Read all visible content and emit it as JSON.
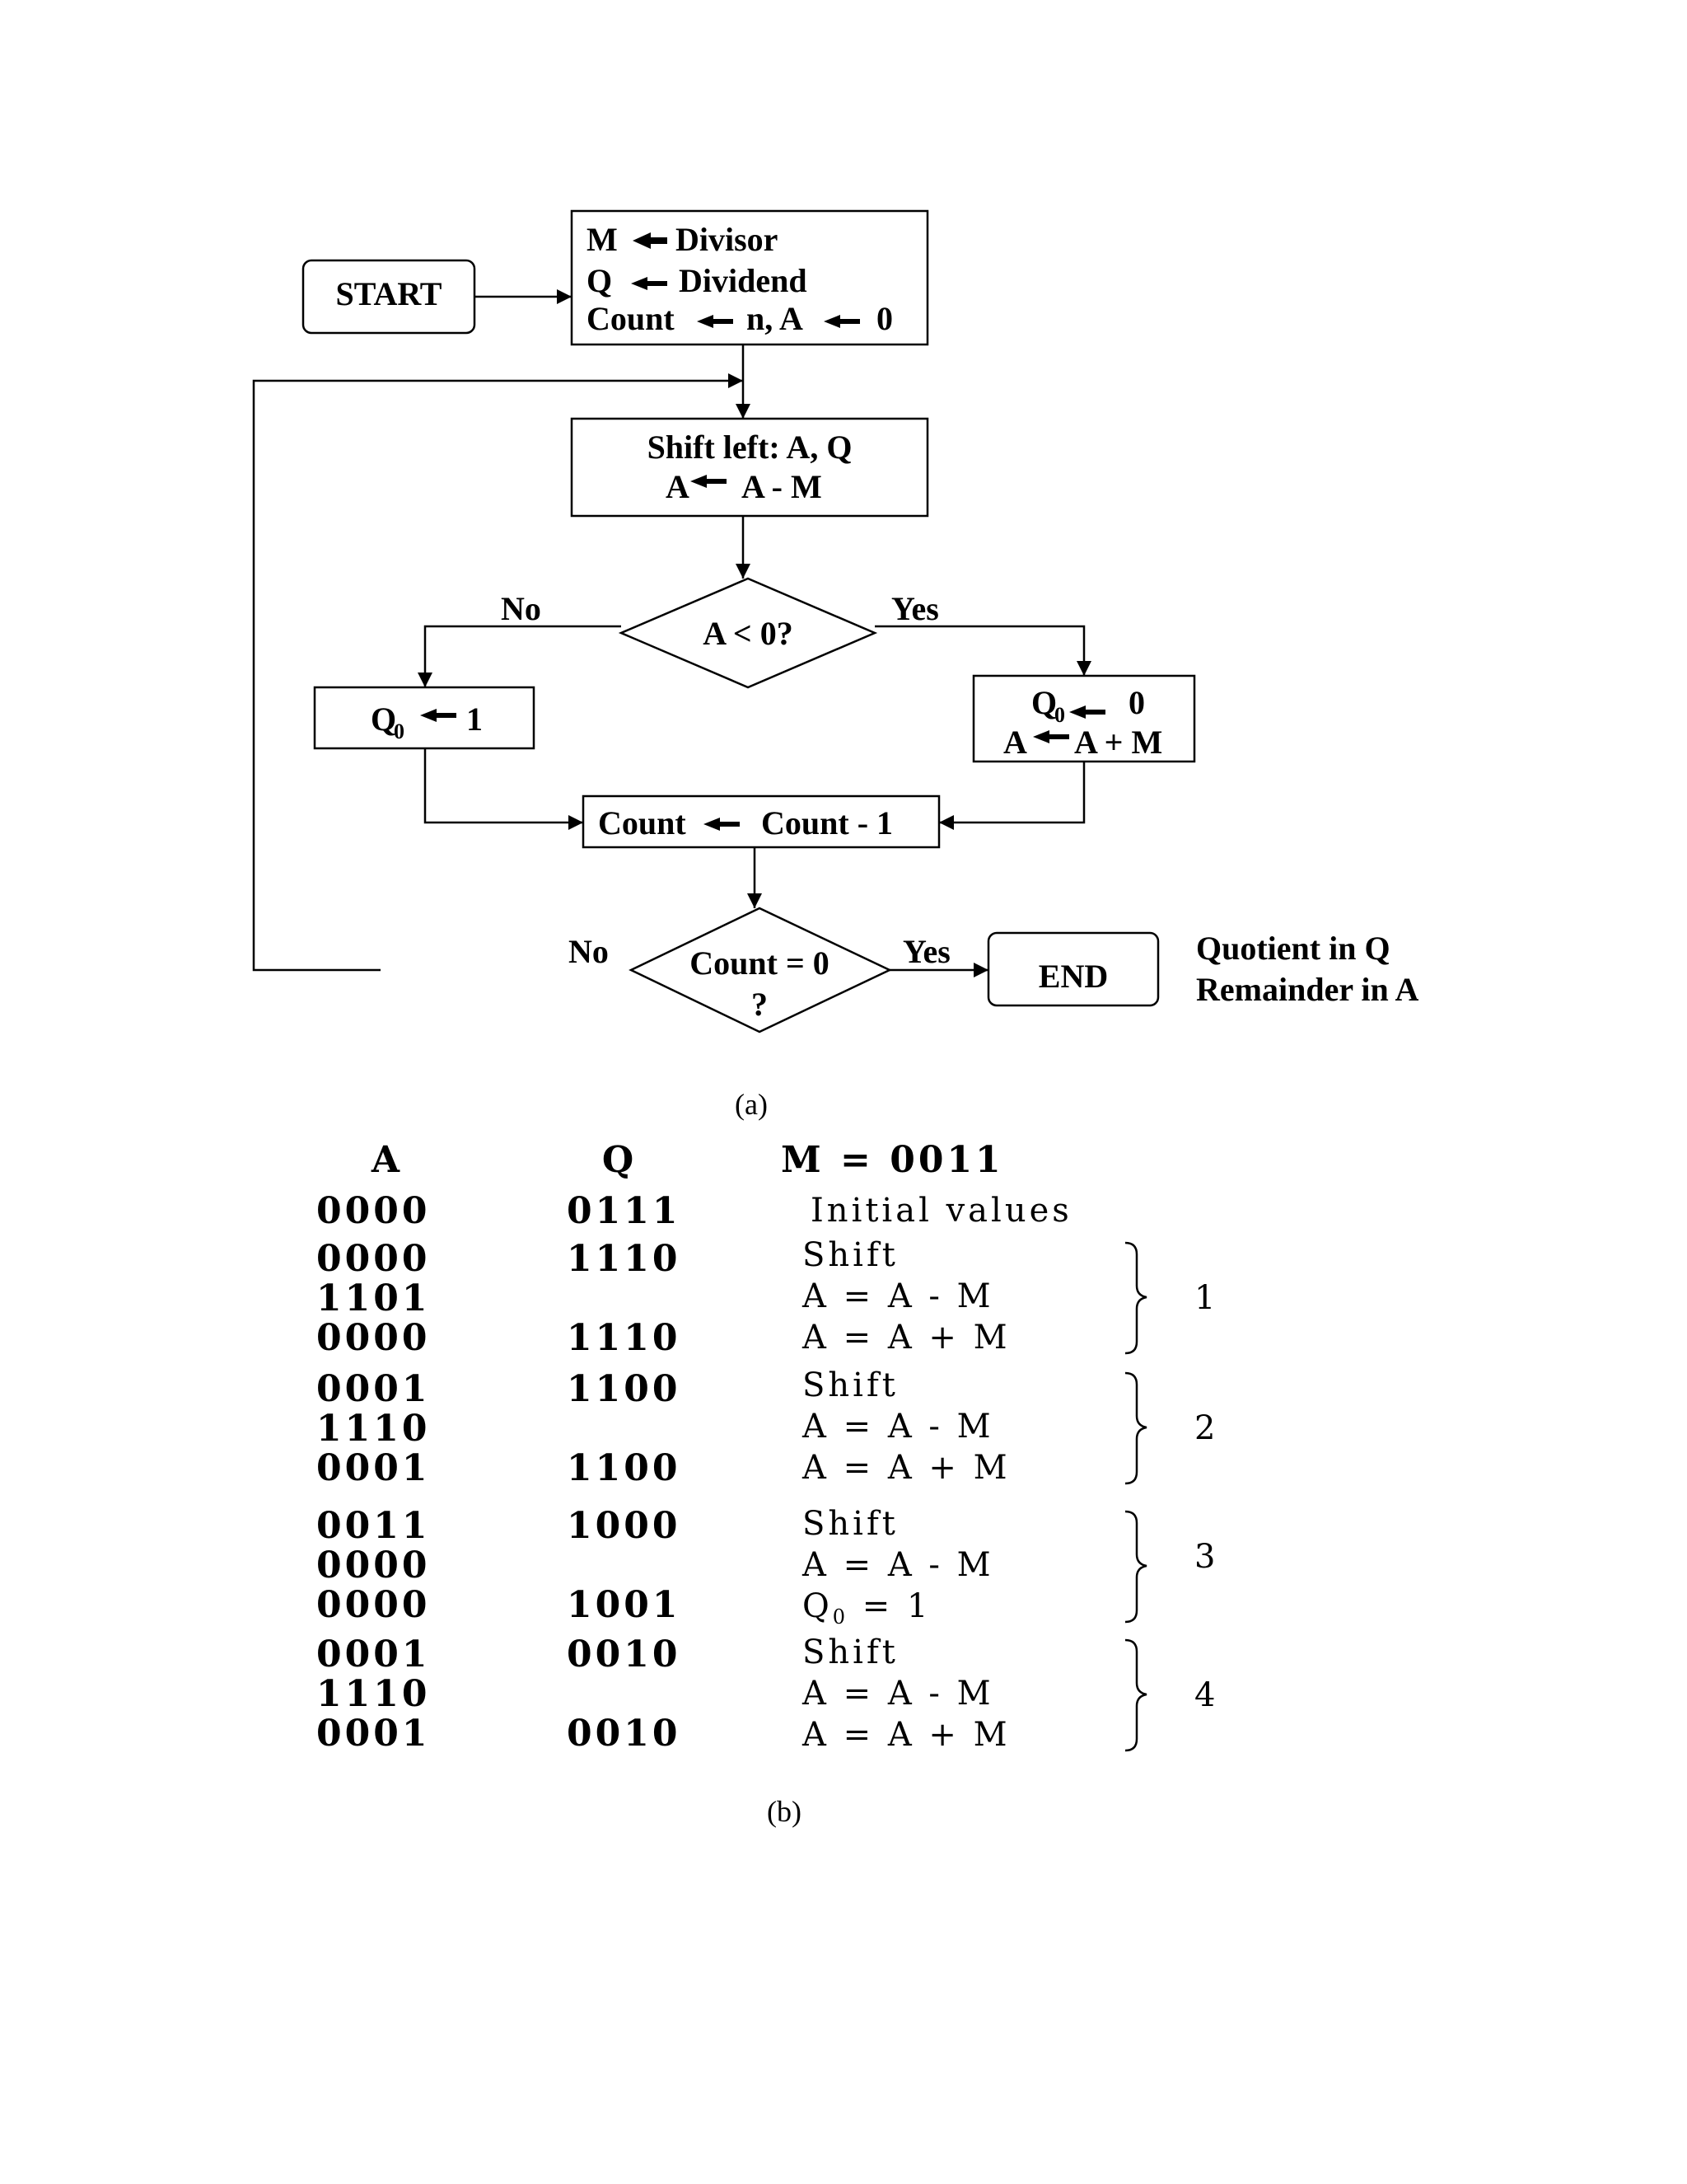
{
  "flowchart": {
    "start": "START",
    "init": {
      "line1_left": "M",
      "line1_right": "Divisor",
      "line2_left": "Q",
      "line2_right": "Dividend",
      "line3_left": "Count",
      "line3_mid": "n, A",
      "line3_right": "0"
    },
    "shift": {
      "line1": "Shift left:  A, Q",
      "line2_left": "A",
      "line2_right": "A - M"
    },
    "decision1": "A < 0?",
    "no_label": "No",
    "yes_label": "Yes",
    "q0_set1": {
      "q": "Q",
      "sub": "0",
      "val": "1"
    },
    "q0_set0": {
      "q": "Q",
      "sub": "0",
      "val": "0",
      "line2_left": "A",
      "line2_right": "A + M"
    },
    "count_dec": {
      "left": "Count",
      "right": "Count - 1"
    },
    "decision2": {
      "line1": "Count = 0",
      "line2": "?"
    },
    "end": "END",
    "result": {
      "line1": "Quotient in Q",
      "line2": "Remainder in A"
    },
    "caption_a": "(a)"
  },
  "table": {
    "headers": {
      "a": "A",
      "q": "Q",
      "m": "M = 0011"
    },
    "initial": {
      "a": "0000",
      "q": "0111",
      "op": "Initial values"
    },
    "groups": [
      {
        "label": "1",
        "rows": [
          {
            "a": "0000",
            "q": "1110",
            "op": "Shift"
          },
          {
            "a": "1101",
            "q": "",
            "op": "A = A - M"
          },
          {
            "a": "0000",
            "q": "1110",
            "op": "A = A + M"
          }
        ]
      },
      {
        "label": "2",
        "rows": [
          {
            "a": "0001",
            "q": "1100",
            "op": "Shift"
          },
          {
            "a": "1110",
            "q": "",
            "op": "A = A - M"
          },
          {
            "a": "0001",
            "q": "1100",
            "op": "A = A + M"
          }
        ]
      },
      {
        "label": "3",
        "rows": [
          {
            "a": "0011",
            "q": "1000",
            "op": "Shift"
          },
          {
            "a": "0000",
            "q": "",
            "op": "A = A - M"
          },
          {
            "a": "0000",
            "q": "1001",
            "op": "Q",
            "op_sub": "0",
            "op_tail": " = 1"
          }
        ]
      },
      {
        "label": "4",
        "rows": [
          {
            "a": "0001",
            "q": "0010",
            "op": "Shift"
          },
          {
            "a": "1110",
            "q": "",
            "op": "A = A - M"
          },
          {
            "a": "0001",
            "q": "0010",
            "op": "A = A + M"
          }
        ]
      }
    ],
    "caption_b": "(b)"
  }
}
